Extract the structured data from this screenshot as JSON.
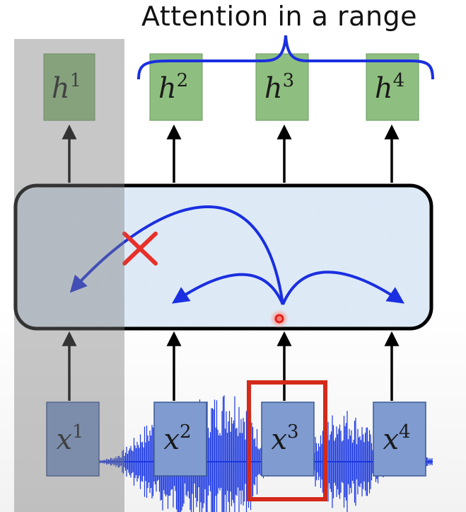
{
  "title": "Attention in a range",
  "outputs": [
    {
      "base": "h",
      "sup": "1"
    },
    {
      "base": "h",
      "sup": "2"
    },
    {
      "base": "h",
      "sup": "3"
    },
    {
      "base": "h",
      "sup": "4"
    }
  ],
  "inputs": [
    {
      "base": "x",
      "sup": "1"
    },
    {
      "base": "x",
      "sup": "2"
    },
    {
      "base": "x",
      "sup": "3"
    },
    {
      "base": "x",
      "sup": "4"
    }
  ],
  "blocked_marker": "×",
  "colors": {
    "output_box": "#8fbf80",
    "input_box": "#7f9bd0",
    "attention_arrow": "#1a2fe0",
    "blocked": "#e8302a",
    "highlight": "#d42a1a",
    "mask": "#9a9a9a",
    "waveform": "#1b38e0"
  }
}
